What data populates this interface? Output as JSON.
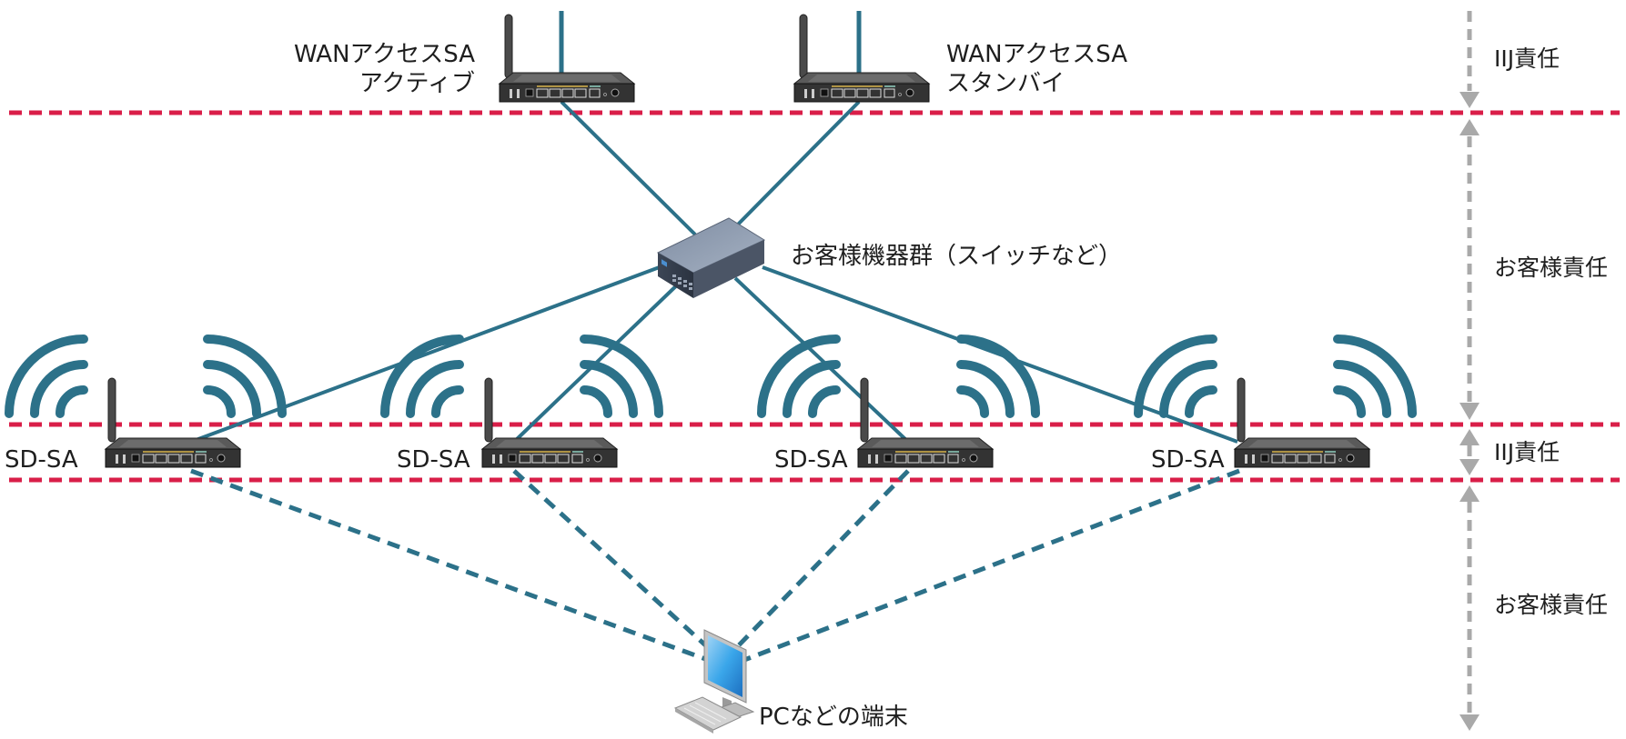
{
  "colors": {
    "link": "#2c7189",
    "boundary": "#d91e48",
    "arrow": "#a9a9a9",
    "router_body": "#3a3a3a",
    "port_accent": "#d8b34a",
    "switch_top": "#8391a6",
    "pc_screen": "#3a9be0"
  },
  "devices": {
    "wan_active": {
      "label_line1": "WANアクセスSA",
      "label_line2": "アクティブ",
      "icon": "router-icon"
    },
    "wan_standby": {
      "label_line1": "WANアクセスSA",
      "label_line2": "スタンバイ",
      "icon": "router-icon"
    },
    "switch": {
      "label": "お客様機器群（スイッチなど）",
      "icon": "switch-icon"
    },
    "sd_sa": [
      {
        "label": "SD-SA",
        "icon": "wireless-router-icon"
      },
      {
        "label": "SD-SA",
        "icon": "wireless-router-icon"
      },
      {
        "label": "SD-SA",
        "icon": "wireless-router-icon"
      },
      {
        "label": "SD-SA",
        "icon": "wireless-router-icon"
      }
    ],
    "pc": {
      "label": "PCなどの端末",
      "icon": "desktop-pc-icon"
    }
  },
  "responsibility": [
    {
      "label": "IIJ責任",
      "zone": "wan"
    },
    {
      "label": "お客様責任",
      "zone": "lan"
    },
    {
      "label": "IIJ責任",
      "zone": "sd-sa"
    },
    {
      "label": "お客様責任",
      "zone": "terminal"
    }
  ],
  "connections": {
    "wired": [
      "wan_active-switch",
      "wan_standby-switch",
      "switch-sd_sa_1",
      "switch-sd_sa_2",
      "switch-sd_sa_3",
      "switch-sd_sa_4"
    ],
    "wireless": [
      "sd_sa_1-pc",
      "sd_sa_2-pc",
      "sd_sa_3-pc",
      "sd_sa_4-pc"
    ]
  }
}
